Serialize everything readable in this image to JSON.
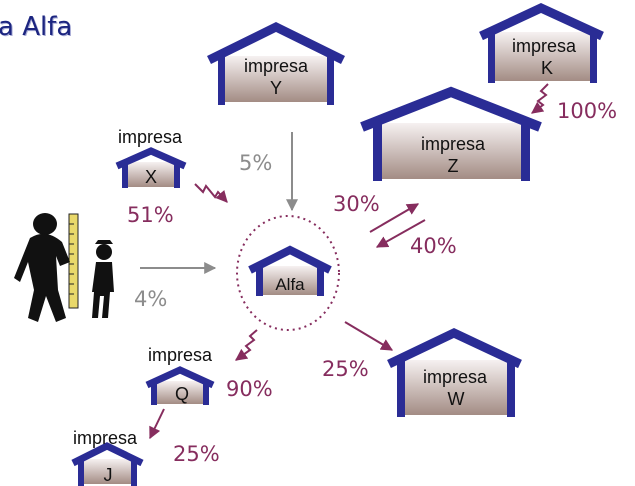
{
  "title": "a Alfa",
  "colors": {
    "roof": "#2a2c95",
    "wall_top": "#f6f1f1",
    "wall_bottom": "#a38c84",
    "arrow_purple": "#862d5e",
    "arrow_gray": "#8c8c8c",
    "pct_purple": "#862d5e",
    "pct_gray": "#8c8c8c",
    "circle": "#862d5e"
  },
  "houses": {
    "y": {
      "line1": "impresa",
      "line2": "Y"
    },
    "k": {
      "line1": "impresa",
      "line2": "K"
    },
    "z": {
      "line1": "impresa",
      "line2": "Z"
    },
    "x": {
      "line1": "impresa",
      "line2": "X"
    },
    "alfa": {
      "line1": "Alfa"
    },
    "q": {
      "line1": "impresa",
      "line2": "Q"
    },
    "w": {
      "line1": "impresa",
      "line2": "W"
    },
    "j": {
      "line1": "impresa",
      "line2": "J"
    }
  },
  "percentages": {
    "y_alfa": "5%",
    "k_z": "100%",
    "x_alfa": "51%",
    "alfa_z": "30%",
    "z_alfa": "40%",
    "people_alfa": "4%",
    "alfa_w": "25%",
    "q_alfa": "90%",
    "q_j": "25%"
  }
}
